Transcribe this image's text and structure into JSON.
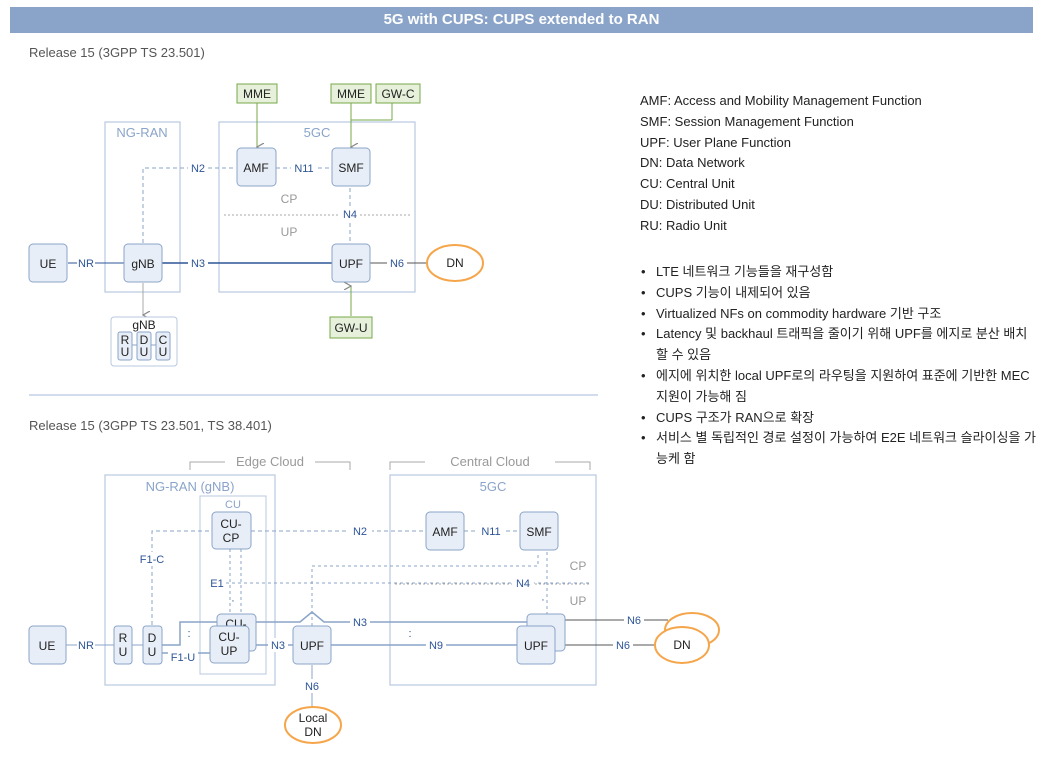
{
  "title": "5G with CUPS: CUPS extended to RAN",
  "top": {
    "release": "Release 15 (3GPP TS 23.501)",
    "ngran_label": "NG-RAN",
    "core_label": "5GC",
    "cp_label": "CP",
    "up_label": "UP",
    "ue": "UE",
    "gnb": "gNB",
    "amf": "AMF",
    "smf": "SMF",
    "upf": "UPF",
    "dn": "DN",
    "mme1": "MME",
    "mme2": "MME",
    "gwc": "GW-C",
    "gwu": "GW-U",
    "split_title": "gNB",
    "split": [
      [
        "R",
        "U"
      ],
      [
        "D",
        "U"
      ],
      [
        "C",
        "U"
      ]
    ],
    "nr": "NR",
    "n2": "N2",
    "n11": "N11",
    "n4": "N4",
    "n3": "N3",
    "n6": "N6"
  },
  "bottom": {
    "release": "Release 15 (3GPP TS 23.501, TS 38.401)",
    "edge_cloud": "Edge Cloud",
    "central_cloud": "Central Cloud",
    "ngran_label": "NG-RAN (gNB)",
    "cu_label": "CU",
    "core_label": "5GC",
    "cp_label": "CP",
    "up_label": "UP",
    "ue": "UE",
    "ru": [
      "R",
      "U"
    ],
    "du": [
      "D",
      "U"
    ],
    "cucp": [
      "CU-",
      "CP"
    ],
    "cuup": [
      "CU-",
      "UP"
    ],
    "cu_shadow": "CU-",
    "upf_edge": "UPF",
    "upf_central": "UPF",
    "amf": "AMF",
    "smf": "SMF",
    "dn": "DN",
    "local_dn": [
      "Local",
      "DN"
    ],
    "nr": "NR",
    "f1c": "F1-C",
    "f1u": "F1-U",
    "e1": "E1",
    "n2": "N2",
    "n11": "N11",
    "n4": "N4",
    "n3_edge": "N3",
    "n3_top": "N3",
    "n9": "N9",
    "n6_top": "N6",
    "n6_bottom": "N6",
    "n6_local": "N6"
  },
  "legend": [
    "AMF: Access and Mobility Management Function",
    "SMF: Session Management Function",
    "UPF: User Plane Function",
    "DN: Data Network",
    "CU: Central Unit",
    "DU: Distributed Unit",
    "RU: Radio Unit"
  ],
  "bullets": [
    "LTE 네트워크 기능들을 재구성함",
    "CUPS 기능이 내제되어 있음",
    "Virtualized NFs on commodity hardware 기반 구조",
    "Latency 및 backhaul 트래픽을 줄이기 위해 UPF를 에지로 분산 배치 할 수 있음",
    "에지에 위치한 local UPF로의 라우팅을 지원하여 표준에 기반한 MEC 지원이 가능해 짐",
    "CUPS 구조가 RAN으로 확장",
    "서비스 별 독립적인 경로 설정이 가능하여 E2E 네트워크 슬라이싱을 가능케 함"
  ],
  "colors": {
    "title_bar": "#8aa4c9",
    "box_border": "#8aa4c9",
    "node_fill": "#e8eef7",
    "green": "#77a84a",
    "green_fill": "#e6f0da",
    "orange": "#f5a54a",
    "line": "#2e5597"
  }
}
